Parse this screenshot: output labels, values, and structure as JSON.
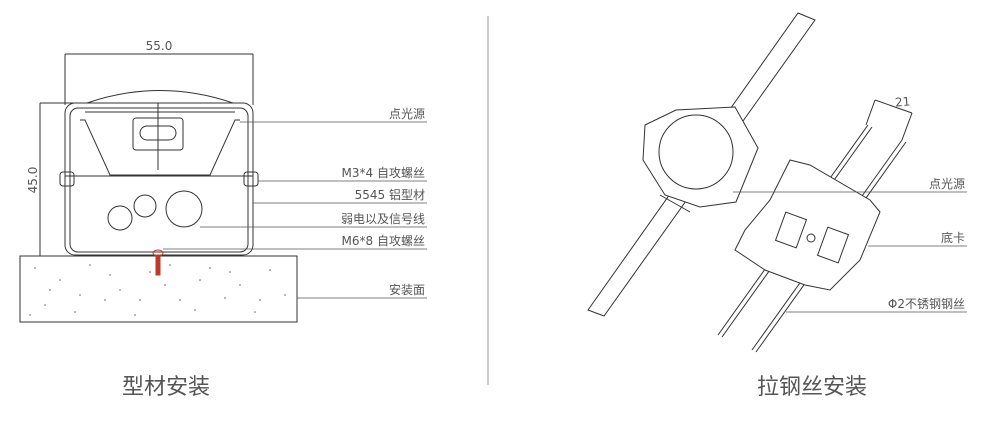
{
  "left_panel": {
    "title": "型材安装",
    "dimensions": {
      "width": "55.0",
      "height": "45.0"
    },
    "labels": [
      {
        "text": "点光源"
      },
      {
        "text": "M3*4 自攻螺丝"
      },
      {
        "text": "5545  铝型材"
      },
      {
        "text": "弱电以及信号线"
      },
      {
        "text": "M6*8  自攻螺丝"
      },
      {
        "text": "安装面"
      }
    ]
  },
  "right_panel": {
    "title": "拉钢丝安装",
    "dimension": "21",
    "labels": [
      {
        "text": "点光源"
      },
      {
        "text": "底卡"
      },
      {
        "text": "Φ2不锈钢钢丝"
      }
    ]
  },
  "colors": {
    "line": "#333333",
    "leader": "#555555",
    "screw": "#c0392b",
    "divider": "#bbbbbb"
  }
}
